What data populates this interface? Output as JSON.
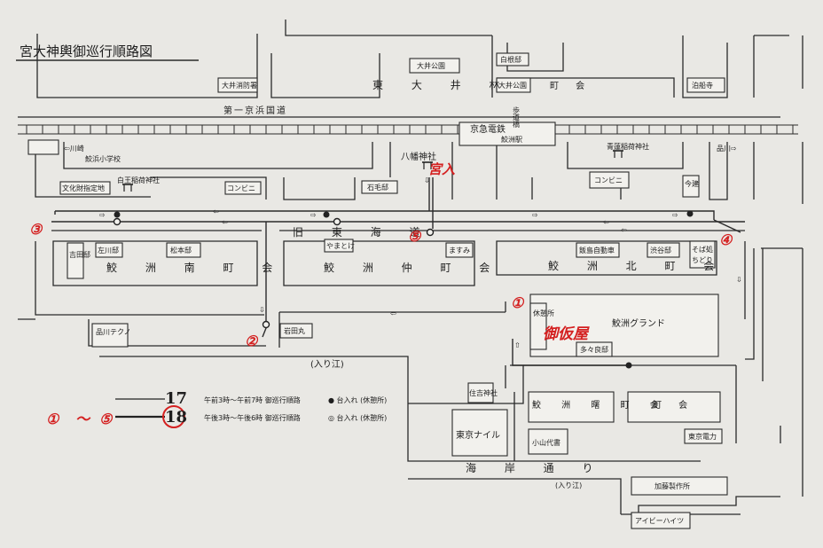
{
  "title": "宮大神輿御巡行順路図",
  "highlights": {
    "miyairi": "宮入",
    "okariya": "御仮屋",
    "range_start": "①",
    "range_tilde": "～",
    "range_end": "⑤",
    "color": "#d42020"
  },
  "stops": [
    "①",
    "②",
    "③",
    "④",
    "⑤"
  ],
  "roads": {
    "higashi_oi": "東 大 井 林",
    "daiichi_keihin": "第一京浜国道",
    "kyu_tokaido": "旧 東 海 道",
    "kaigan_dori": "海 岸 通 り",
    "irie_1": "(入り江)",
    "irie_2": "(入り江)"
  },
  "rail": {
    "name": "京急電鉄",
    "station": "鮫洲駅"
  },
  "districts": {
    "minami": "鮫 洲 南 町 会",
    "naka": "鮫 洲 仲 町 会",
    "kita": "鮫 洲 北 町 会",
    "akebono": "鮫 洲 曙 町 会",
    "oi_kouen_machi": "町 会"
  },
  "places": {
    "oi_shobo": "大井消防署",
    "oi_koen_1": "大井公園",
    "oi_koen_2": "大井公園",
    "shirane": "白根邸",
    "ryusen_ji": "泊船寺",
    "hodo": "歩道橋",
    "shinagawa_arrow": "⇦川崎",
    "samehama_school": "鮫浜小学校",
    "shinagawa_right": "品川⇨",
    "aoi_inari": "青蓮稲荷神社",
    "hachiman": "八幡神社",
    "shirahige": "白王稲荷神社",
    "sign_left": "文化財指定地",
    "combini_1": "コンビニ",
    "ishige": "石毛邸",
    "combini_2": "コンビニ",
    "kondate": "今建",
    "yoshida": "吉田邸",
    "sagawa": "左川邸",
    "matsumoto": "松本邸",
    "yasuke": "やまとけ",
    "masumi": "ますみ",
    "iijima": "飯島自動車",
    "shibuya": "渋谷邸",
    "sobadokoro": "そば処",
    "chidori": "ちどり",
    "shinagawa_techno": "品川テクノ",
    "iwatamaru": "岩田丸",
    "gomu": "鮫洲グランド",
    "kyuukei": "休憩所",
    "tanaka": "多々良邸",
    "sumiyoshi": "住吉神社",
    "tokyo_nile": "東京ナイル",
    "koyama": "小山代書",
    "tepco": "東京電力",
    "kato": "加藤製作所",
    "ivy": "アイビーハイツ"
  },
  "legend": {
    "day17": "17",
    "day17_time": "午前3時〜午前7時 御巡行順路",
    "day17_mark": "● 台入れ (休憩所)",
    "day18": "18",
    "day18_time": "午後3時〜午後6時 御巡行順路",
    "day18_mark": "◎ 台入れ (休憩所)"
  }
}
